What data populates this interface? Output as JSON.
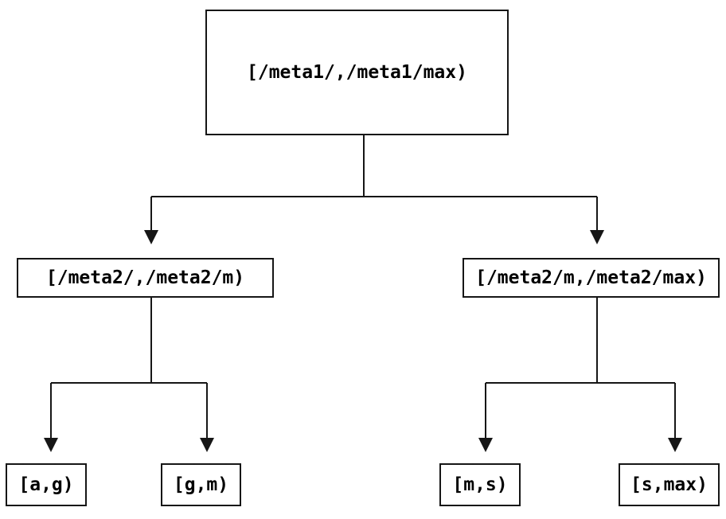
{
  "diagram": {
    "type": "binary-tree",
    "nodes": {
      "root": "[/meta1/,/meta1/max)",
      "meta2_low": "[/meta2/,/meta2/m)",
      "meta2_high": "[/meta2/m,/meta2/max)",
      "leaf_ag": "[a,g)",
      "leaf_gm": "[g,m)",
      "leaf_ms": "[m,s)",
      "leaf_smax": "[s,max)"
    },
    "edges": [
      {
        "from": "root",
        "to": "meta2_low"
      },
      {
        "from": "root",
        "to": "meta2_high"
      },
      {
        "from": "meta2_low",
        "to": "leaf_ag"
      },
      {
        "from": "meta2_low",
        "to": "leaf_gm"
      },
      {
        "from": "meta2_high",
        "to": "leaf_ms"
      },
      {
        "from": "meta2_high",
        "to": "leaf_smax"
      }
    ],
    "colors": {
      "line": "#161616",
      "text": "#000000",
      "background": "#ffffff"
    }
  }
}
